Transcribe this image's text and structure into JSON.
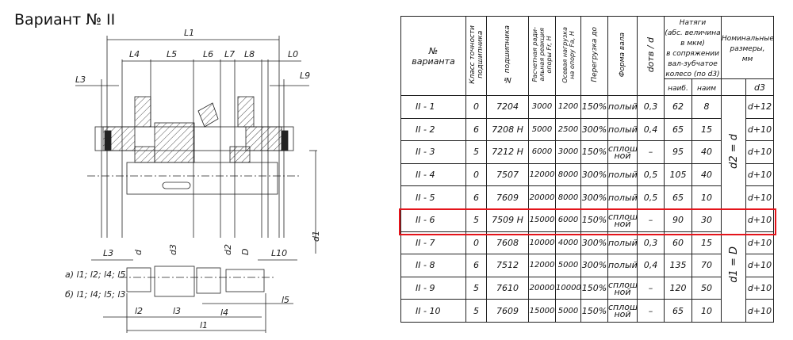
{
  "title": "Вариант № II",
  "drawing": {
    "dim_labels": [
      "L1",
      "L4",
      "L5",
      "L6",
      "L7",
      "L8",
      "L0",
      "L3",
      "L9",
      "L3",
      "d",
      "d3",
      "d2",
      "D",
      "L10",
      "d1"
    ],
    "shaft_labels": {
      "variant_a": "а) l1; l2; l4; l5",
      "variant_b": "б) l1; l4; l5; l3",
      "l2": "l2",
      "l3": "l3",
      "l4": "l4",
      "l5": "l5",
      "l1": "l1"
    }
  },
  "table": {
    "headers": {
      "variant": "№\nварианта",
      "accuracy_class": "Класс точности\nподшипника",
      "bearing_no": "№ подшипника",
      "radial_reaction": "Расчетная ради-\nальная реакция\nопоры Fr, H",
      "axial_load": "Осевая нагрузка\nна опору Fa, H",
      "overload": "Перегрузка до",
      "shaft_form": "Форма вала",
      "d_ratio": "dотв / d",
      "interference": "Натяги\n(абс. величина\nв мкм)\nв сопряжении\nвал-зубчатое\nколесо (по d3)",
      "interference_max": "наиб.",
      "interference_min": "наим",
      "nominal": "Номинальные\nразмеры,\nмм",
      "d3": "d3"
    },
    "merged_top": "d2 = d",
    "merged_bottom": "d1 = D",
    "rows": [
      {
        "variant": "II - 1",
        "cls": "0",
        "bearing": "7204",
        "fr": "3000",
        "fa": "1200",
        "over": "150%",
        "form": "полый",
        "ratio": "0,3",
        "max": "62",
        "min": "8",
        "d3": "d+12"
      },
      {
        "variant": "II - 2",
        "cls": "6",
        "bearing": "7208 H",
        "fr": "5000",
        "fa": "2500",
        "over": "300%",
        "form": "полый",
        "ratio": "0,4",
        "max": "65",
        "min": "15",
        "d3": "d+10"
      },
      {
        "variant": "II - 3",
        "cls": "5",
        "bearing": "7212 H",
        "fr": "6000",
        "fa": "3000",
        "over": "150%",
        "form": "сплош-\nной",
        "ratio": "–",
        "max": "95",
        "min": "40",
        "d3": "d+10"
      },
      {
        "variant": "II - 4",
        "cls": "0",
        "bearing": "7507",
        "fr": "12000",
        "fa": "8000",
        "over": "300%",
        "form": "полый",
        "ratio": "0,5",
        "max": "105",
        "min": "40",
        "d3": "d+10"
      },
      {
        "variant": "II - 5",
        "cls": "6",
        "bearing": "7609",
        "fr": "20000",
        "fa": "8000",
        "over": "300%",
        "form": "полый",
        "ratio": "0,5",
        "max": "65",
        "min": "10",
        "d3": "d+10"
      },
      {
        "variant": "II - 6",
        "cls": "5",
        "bearing": "7509 H",
        "fr": "15000",
        "fa": "6000",
        "over": "150%",
        "form": "сплош-\nной",
        "ratio": "–",
        "max": "90",
        "min": "30",
        "d3": "d+10"
      },
      {
        "variant": "II - 7",
        "cls": "0",
        "bearing": "7608",
        "fr": "10000",
        "fa": "4000",
        "over": "300%",
        "form": "полый",
        "ratio": "0,3",
        "max": "60",
        "min": "15",
        "d3": "d+10"
      },
      {
        "variant": "II - 8",
        "cls": "6",
        "bearing": "7512",
        "fr": "12000",
        "fa": "5000",
        "over": "300%",
        "form": "полый",
        "ratio": "0,4",
        "max": "135",
        "min": "70",
        "d3": "d+10"
      },
      {
        "variant": "II - 9",
        "cls": "5",
        "bearing": "7610",
        "fr": "20000",
        "fa": "10000",
        "over": "150%",
        "form": "сплош-\nной",
        "ratio": "–",
        "max": "120",
        "min": "50",
        "d3": "d+10"
      },
      {
        "variant": "II - 10",
        "cls": "5",
        "bearing": "7609",
        "fr": "15000",
        "fa": "5000",
        "over": "150%",
        "form": "сплош-\nной",
        "ratio": "–",
        "max": "65",
        "min": "10",
        "d3": "d+10"
      }
    ],
    "highlighted_row": "II - 6",
    "highlight_color": "#e4141b"
  }
}
